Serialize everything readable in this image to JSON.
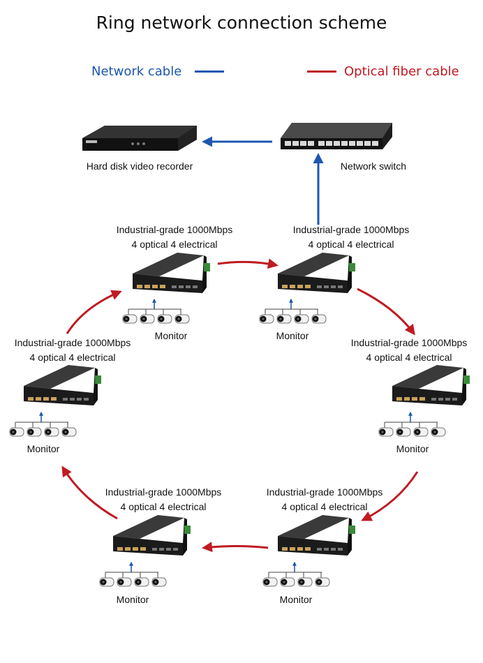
{
  "title": "Ring network connection scheme",
  "legend": {
    "network_cable": {
      "label": "Network cable",
      "color": "#1c57b0"
    },
    "optical_fiber": {
      "label": "Optical fiber cable",
      "color": "#c01a22"
    }
  },
  "devices": {
    "recorder": {
      "label": "Hard disk video recorder",
      "icon": "dvr-icon"
    },
    "switch": {
      "label": "Network switch",
      "icon": "network-switch-icon"
    }
  },
  "nodes": [
    {
      "id": "n1",
      "line1": "Industrial-grade 1000Mbps",
      "line2": "4 optical 4 electrical",
      "monitor_label": "Monitor"
    },
    {
      "id": "n2",
      "line1": "Industrial-grade 1000Mbps",
      "line2": "4 optical 4 electrical",
      "monitor_label": "Monitor"
    },
    {
      "id": "n3",
      "line1": "Industrial-grade 1000Mbps",
      "line2": "4 optical 4 electrical",
      "monitor_label": "Monitor"
    },
    {
      "id": "n4",
      "line1": "Industrial-grade 1000Mbps",
      "line2": "4 optical 4 electrical",
      "monitor_label": "Monitor"
    },
    {
      "id": "n5",
      "line1": "Industrial-grade 1000Mbps",
      "line2": "4 optical 4 electrical",
      "monitor_label": "Monitor"
    },
    {
      "id": "n6",
      "line1": "Industrial-grade 1000Mbps",
      "line2": "4 optical 4 electrical",
      "monitor_label": "Monitor"
    }
  ]
}
